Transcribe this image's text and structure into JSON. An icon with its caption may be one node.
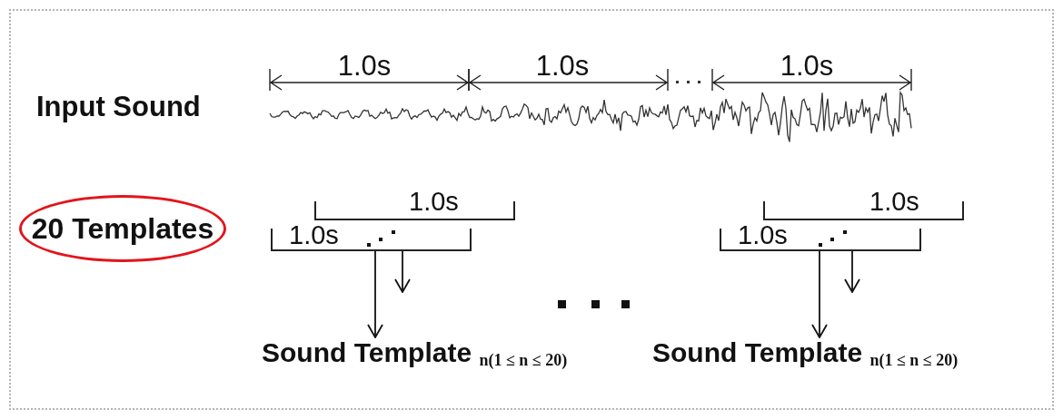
{
  "diagram": {
    "nodes": [
      {
        "text": [
          "20 Templates"
        ]
      },
      {
        "text": [
          "1.0s"
        ]
      },
      {
        "text": [
          "1.0s"
        ]
      },
      {
        "text": [
          "Sound Template $_{n(1 ≤ n ≤ 20)}$"
        ]
      },
      {
        "text": [
          "1.0s"
        ]
      },
      {
        "text": [
          "1.0s"
        ]
      },
      {
        "text": [
          "Sound Template $_{n(1 ≤ n ≤ 20)}$"
        ]
      }
    ],
    "edges": [
      {
        "from": 2,
        "to": 3,
        "arrow": "to"
      },
      {
        "from": 2,
        "to": null,
        "arrow": "to"
      },
      {
        "from": 5,
        "to": 6,
        "arrow": "to"
      },
      {
        "from": 5,
        "to": null,
        "arrow": "to"
      }
    ],
    "labels": [
      "1.0s",
      "1.0s",
      "1.0s",
      "Input Sound"
    ]
  }
}
